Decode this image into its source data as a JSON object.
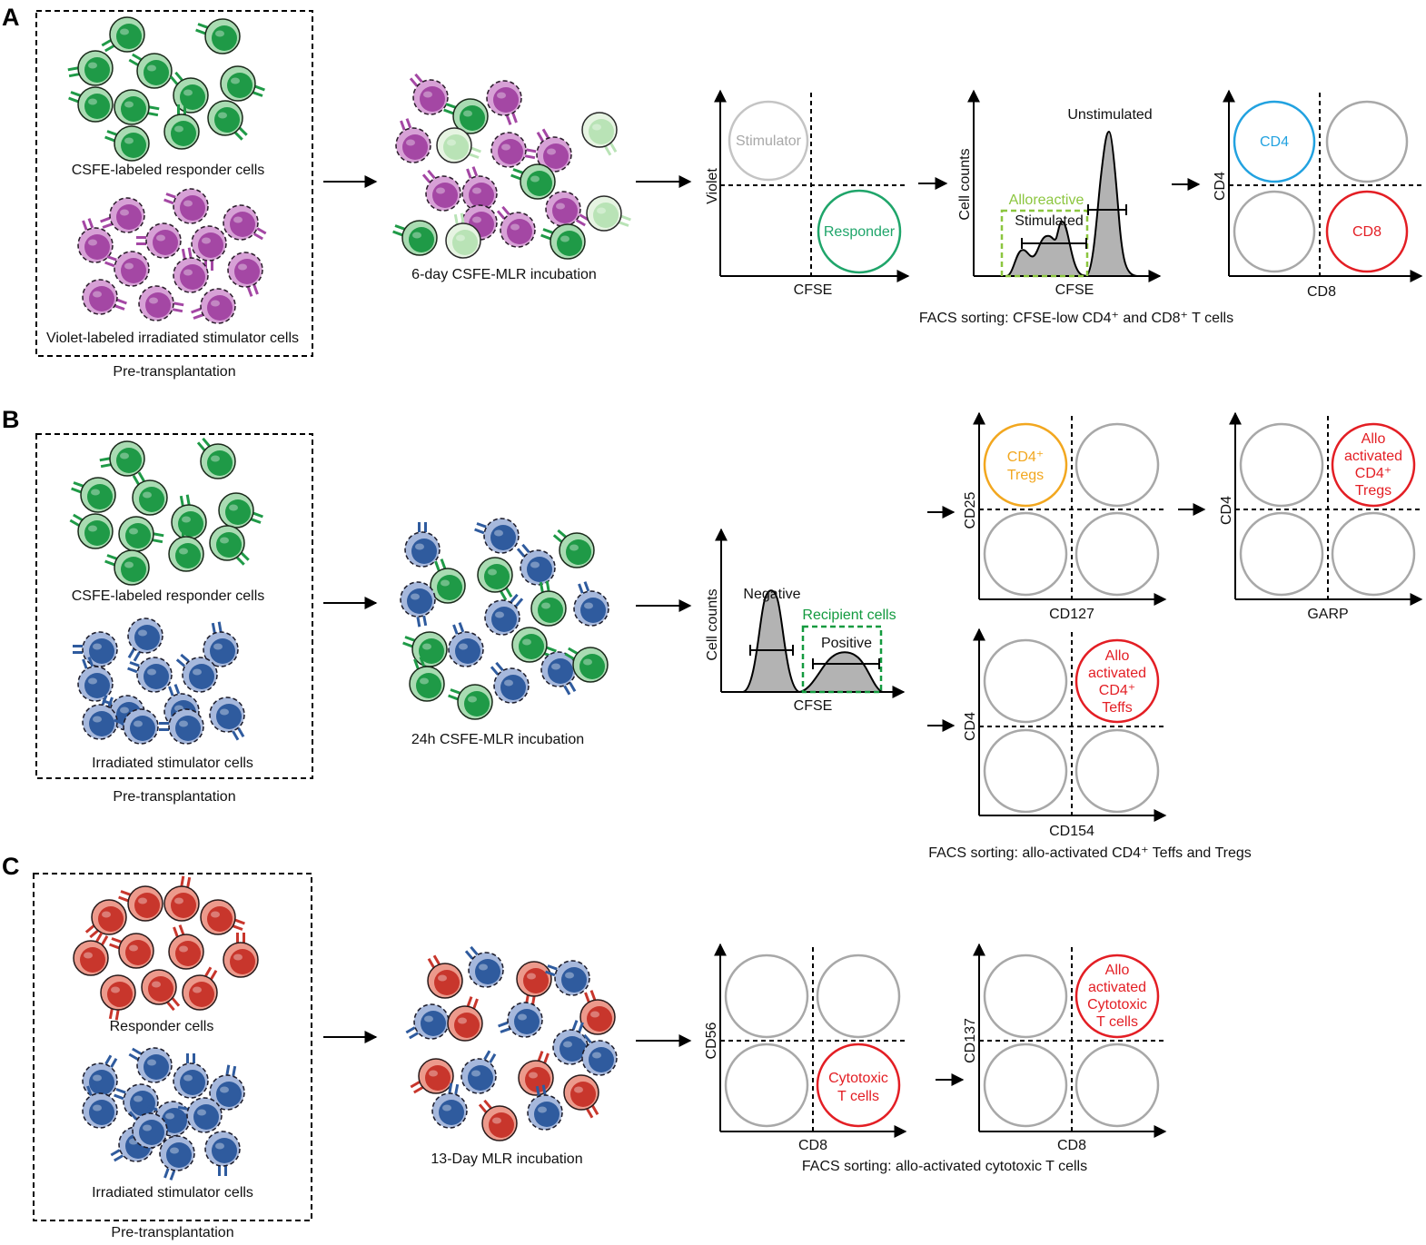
{
  "colors": {
    "green": "#1f9a47",
    "green_fill": "#a9dbb2",
    "pale_green": "#b9e3b6",
    "purple": "#a447a4",
    "purple_fill": "#d7a1d6",
    "blue": "#2f5b9e",
    "blue_fill": "#a6b8dc",
    "red": "#c8362c",
    "red_fill": "#ec9a8c",
    "gray": "#a8a8a8",
    "cd4_blue": "#22a2e0",
    "responder_green": "#1fa56a",
    "allo_red": "#e31e24",
    "tregs_orange": "#f2a71f",
    "allo_yellowgreen": "#8cc63f",
    "recipient_green": "#139a3f"
  },
  "panels": [
    {
      "letter": "A",
      "box": {
        "responder_label": "CSFE-labeled responder cells",
        "stimulator_label": "Violet-labeled irradiated stimulator cells",
        "caption": "Pre-transplantation"
      },
      "incubation_label": "6-day CSFE-MLR incubation",
      "plot1": {
        "xlabel": "CFSE",
        "ylabel": "Violet",
        "gate_stimulator": "Stimulator",
        "gate_responder": "Responder"
      },
      "hist": {
        "xlabel": "CFSE",
        "ylabel": "Cell counts",
        "unstimulated": "Unstimulated",
        "alloreactive": "Alloreactive",
        "stimulated": "Stimulated"
      },
      "plot2": {
        "xlabel": "CD8",
        "ylabel": "CD4",
        "gate_cd4": "CD4",
        "gate_cd8": "CD8"
      },
      "sort_caption": "FACS sorting: CFSE-low CD4⁺ and CD8⁺ T cells"
    },
    {
      "letter": "B",
      "box": {
        "responder_label": "CSFE-labeled responder cells",
        "stimulator_label": "Irradiated stimulator cells",
        "caption": "Pre-transplantation"
      },
      "incubation_label": "24h CSFE-MLR incubation",
      "hist": {
        "xlabel": "CFSE",
        "ylabel": "Cell counts",
        "negative": "Negative",
        "positive": "Positive",
        "recipient": "Recipient cells"
      },
      "plot_tregs": {
        "xlabel": "CD127",
        "ylabel": "CD25",
        "gate_line1": "CD4⁺",
        "gate_line2": "Tregs"
      },
      "plot_garp": {
        "xlabel": "GARP",
        "ylabel": "CD4",
        "gate_line1": "Allo",
        "gate_line2": "activated",
        "gate_line3": "CD4⁺",
        "gate_line4": "Tregs"
      },
      "plot_teffs": {
        "xlabel": "CD154",
        "ylabel": "CD4",
        "gate_line1": "Allo",
        "gate_line2": "activated",
        "gate_line3": "CD4⁺",
        "gate_line4": "Teffs"
      },
      "sort_caption": "FACS sorting: allo-activated CD4⁺ Teffs and Tregs"
    },
    {
      "letter": "C",
      "box": {
        "responder_label": "Responder cells",
        "stimulator_label": "Irradiated stimulator cells",
        "caption": "Pre-transplantation"
      },
      "incubation_label": "13-Day MLR incubation",
      "plot1": {
        "xlabel": "CD8",
        "ylabel": "CD56",
        "gate_line1": "Cytotoxic",
        "gate_line2": "T cells"
      },
      "plot2": {
        "xlabel": "CD8",
        "ylabel": "CD137",
        "gate_line1": "Allo",
        "gate_line2": "activated",
        "gate_line3": "Cytotoxic",
        "gate_line4": "T cells"
      },
      "sort_caption": "FACS sorting: allo-activated cytotoxic T cells"
    }
  ]
}
